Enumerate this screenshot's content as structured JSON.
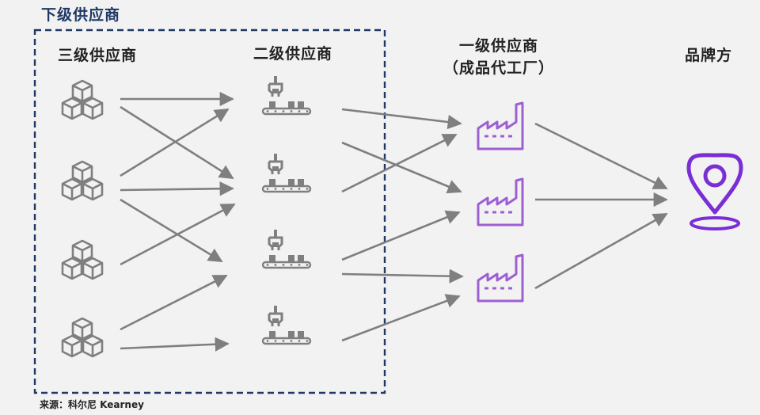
{
  "header": {
    "group_label": "下级供应商"
  },
  "columns": {
    "tier3": "三级供应商",
    "tier2": "二级供应商",
    "tier1_line1": "一级供应商",
    "tier1_line2": "（成品代工厂）",
    "brand": "品牌方"
  },
  "footer": {
    "source": "来源：科尔尼 Kearney"
  },
  "colors": {
    "gray": "#7f7f7f",
    "purple": "#9e5fd4",
    "brand_purple": "#7a2ed6",
    "frame": "#1f3864"
  },
  "icons": {
    "tier3": "cubes-icon",
    "tier2": "assembly-line-icon",
    "tier1": "factory-icon",
    "brand": "location-pin-icon"
  }
}
